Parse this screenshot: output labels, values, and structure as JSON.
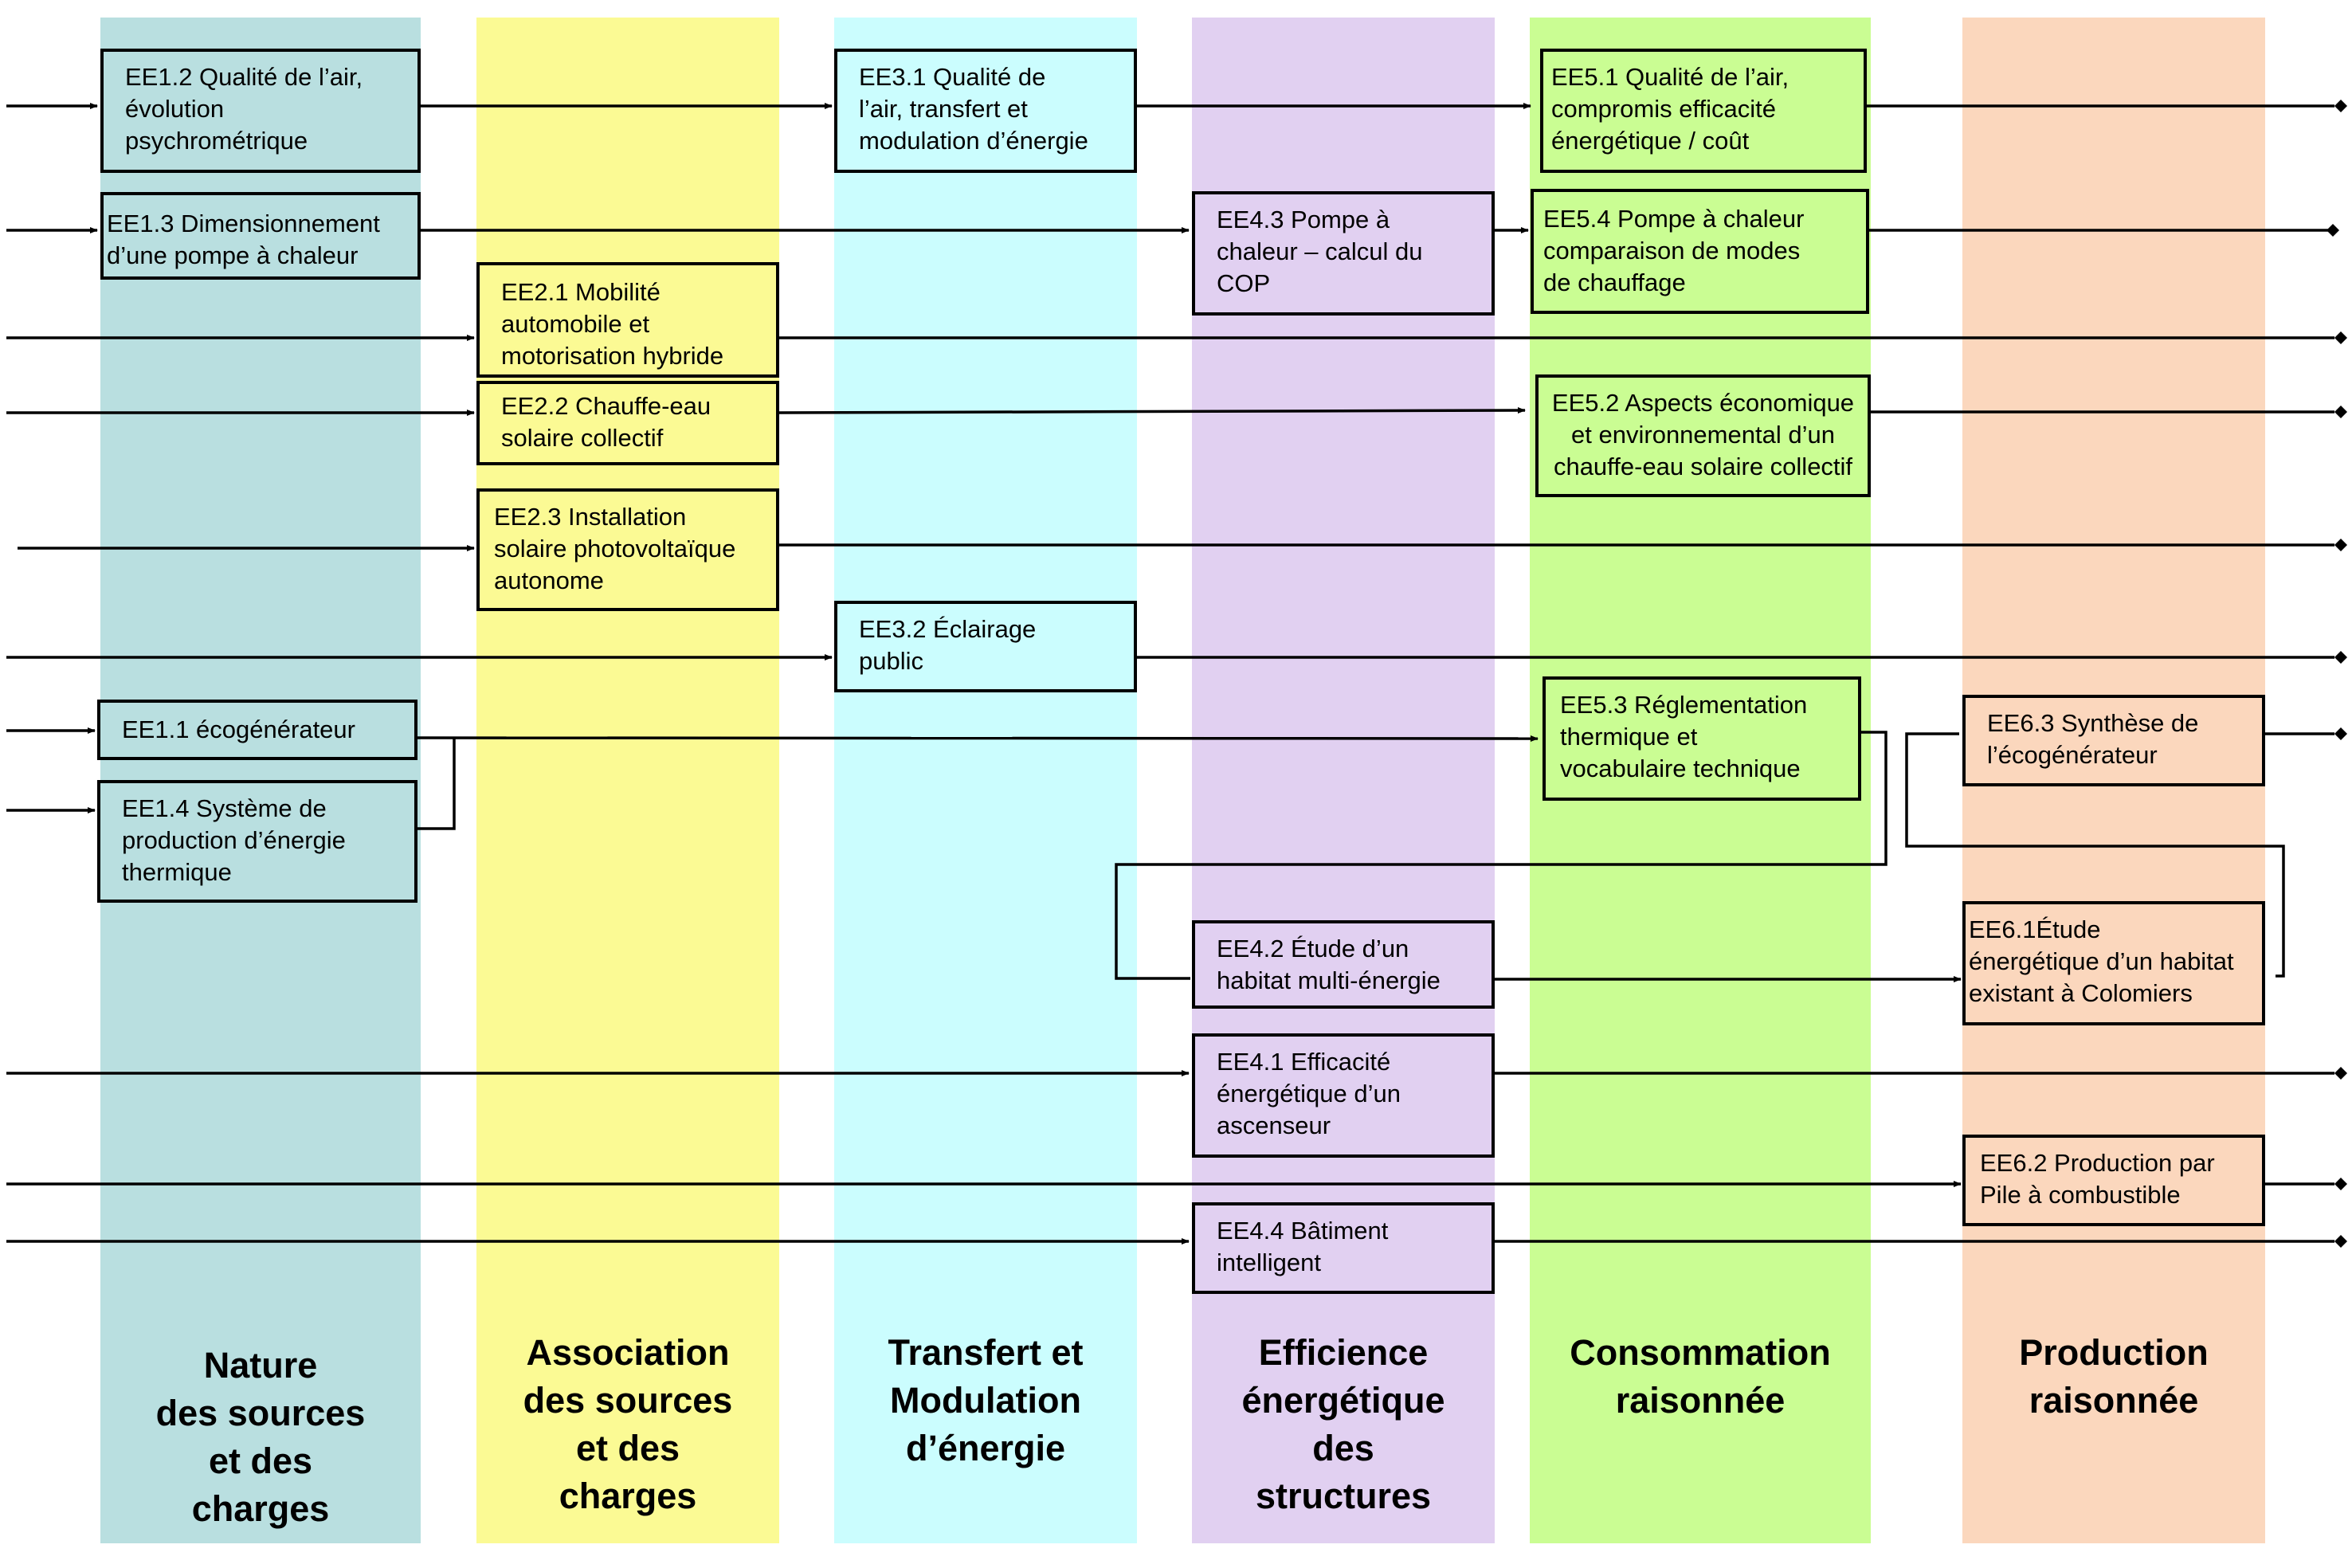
{
  "colors": {
    "col1": "#b9dfe0",
    "col2": "#fbfa94",
    "col3": "#cbfdfe",
    "col4": "#e1d0f1",
    "col5": "#cafd93",
    "col6": "#fbd7bd",
    "line": "#000000"
  },
  "columns": [
    {
      "title": "Nature\ndes sources\net des\ncharges"
    },
    {
      "title": "Association\ndes sources\net des\ncharges"
    },
    {
      "title": "Transfert et\nModulation\nd’énergie"
    },
    {
      "title": "Efficience\nénergétique\ndes\nstructures"
    },
    {
      "title": "Consommation\nraisonnée"
    },
    {
      "title": "Production\nraisonnée"
    }
  ],
  "boxes": {
    "ee1_2": "EE1.2 Qualité de l’air,\névolution\npsychrométrique",
    "ee1_3": "EE1.3 Dimensionnement\nd’une pompe à chaleur",
    "ee1_1": "EE1.1 écogénérateur",
    "ee1_4": "EE1.4 Système de\nproduction d’énergie\nthermique",
    "ee2_1": "EE2.1 Mobilité\nautomobile et\nmotorisation hybride",
    "ee2_2": "EE2.2 Chauffe-eau\nsolaire collectif",
    "ee2_3": "EE2.3 Installation\nsolaire photovoltaïque\nautonome",
    "ee3_1": "EE3.1 Qualité de\nl’air, transfert et\nmodulation d’énergie",
    "ee3_2": "EE3.2 Éclairage\npublic",
    "ee4_3": "EE4.3 Pompe à\nchaleur – calcul du\nCOP",
    "ee4_2": "EE4.2 Étude d’un\nhabitat multi-énergie",
    "ee4_1": "EE4.1 Efficacité\nénergétique d’un\nascenseur",
    "ee4_4": "EE4.4 Bâtiment\nintelligent",
    "ee5_1": "EE5.1 Qualité de l’air,\ncompromis efficacité\nénergétique / coût",
    "ee5_4": "EE5.4 Pompe à chaleur\ncomparaison de modes\nde chauffage",
    "ee5_2": "EE5.2 Aspects économique\net environnemental d’un\nchauffe-eau solaire collectif",
    "ee5_3": "EE5.3 Réglementation\nthermique et\nvocabulaire technique",
    "ee6_3": "EE6.3 Synthèse de\nl’écogénérateur",
    "ee6_1": "EE6.1Étude\nénergétique d’un habitat\nexistant à Colomiers",
    "ee6_2": "EE6.2 Production par\nPile à combustible"
  }
}
